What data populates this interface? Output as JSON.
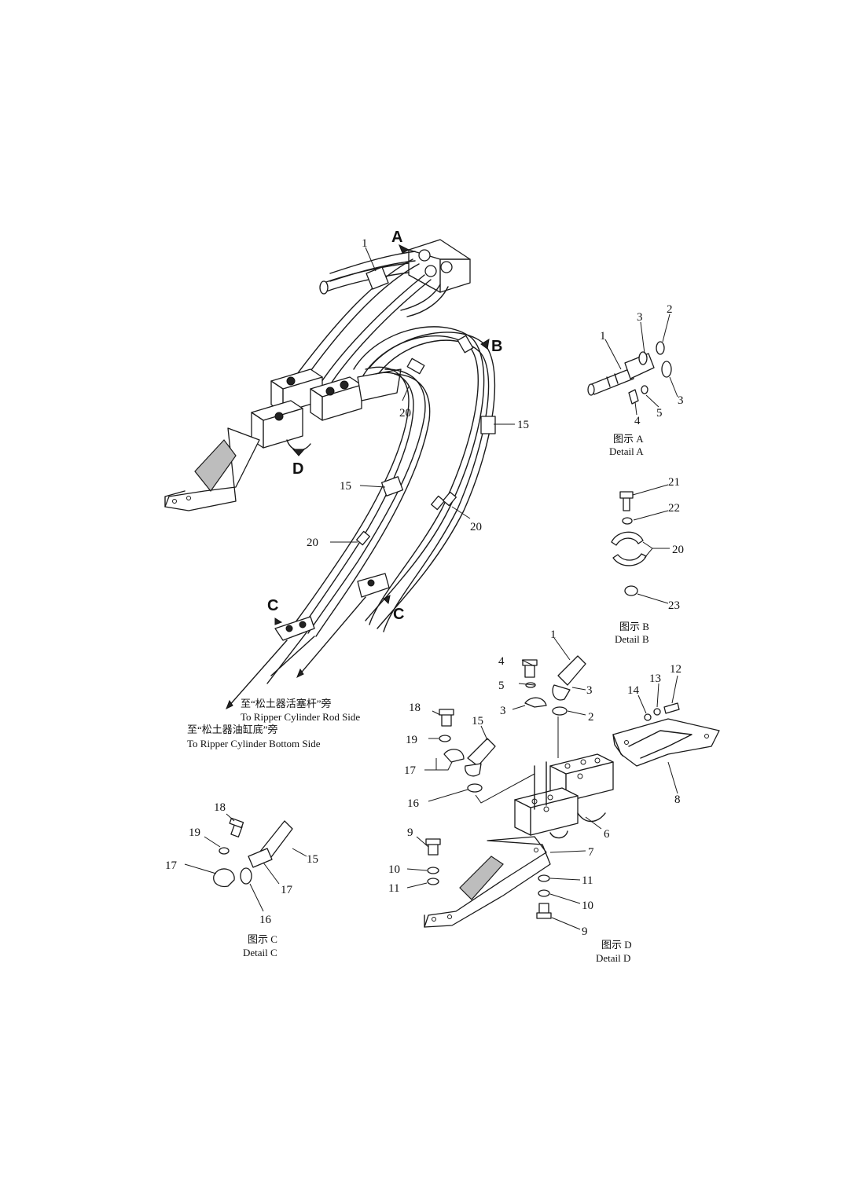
{
  "callouts": {
    "main": [
      "1",
      "15",
      "15",
      "20",
      "20",
      "20"
    ],
    "detail_a": [
      "1",
      "2",
      "3",
      "3",
      "4",
      "5"
    ],
    "detail_b": [
      "21",
      "22",
      "20",
      "23"
    ],
    "detail_c": [
      "18",
      "19",
      "17",
      "17",
      "15",
      "16"
    ],
    "detail_d": [
      "1",
      "3",
      "4",
      "5",
      "3",
      "2",
      "12",
      "13",
      "14",
      "8",
      "6",
      "7",
      "9",
      "10",
      "11",
      "11",
      "10",
      "9",
      "18",
      "19",
      "15",
      "17",
      "16"
    ]
  },
  "view_letters": {
    "a": "A",
    "b": "B",
    "c_left": "C",
    "c_right": "C",
    "d": "D"
  },
  "routing_notes": {
    "rod_zh": "至“松土器活塞杆”旁",
    "rod_en": "To Ripper Cylinder Rod Side",
    "bottom_zh": "至“松土器油缸底”旁",
    "bottom_en": "To Ripper Cylinder Bottom Side"
  },
  "detail_captions": {
    "a_zh": "图示 A",
    "a_en": "Detail A",
    "b_zh": "图示 B",
    "b_en": "Detail B",
    "c_zh": "图示 C",
    "c_en": "Detail C",
    "d_zh": "图示 D",
    "d_en": "Detail D"
  },
  "colors": {
    "line": "#1a1a1a",
    "background": "#ffffff"
  }
}
